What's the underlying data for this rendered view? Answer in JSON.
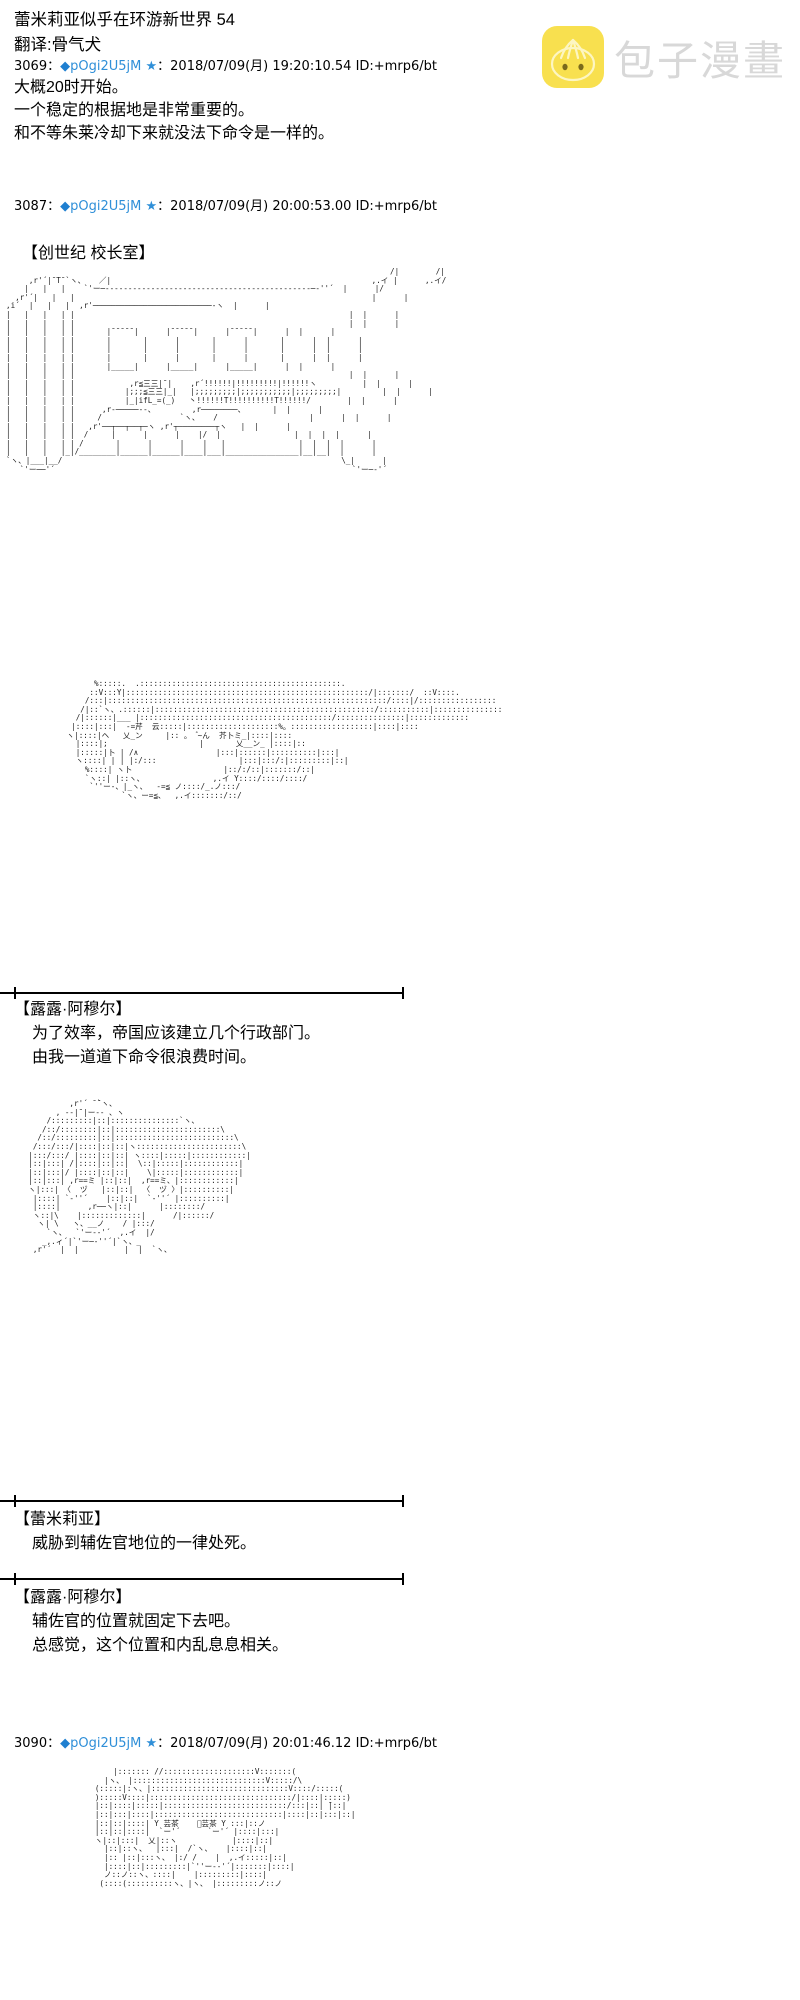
{
  "brand": {
    "logo_name": "baozi-bun-logo",
    "watermark_text": "包子漫畫",
    "logo_color": "#f8e04f",
    "watermark_color": "#d8d8d8"
  },
  "thread": {
    "title": "蕾米莉亚似乎在环游新世界  54",
    "translator": "翻译:骨气犬"
  },
  "posts": [
    {
      "number": "3069",
      "colon": "：",
      "diamond": "◆",
      "handle": "pOgi2U5jM",
      "star": "★",
      "colon2": "：",
      "date": "2018/07/09(月) 19:20:10.54",
      "id": "ID:+mrp6/bt",
      "lines": [
        "大概20时开始。",
        "一个稳定的根据地是非常重要的。",
        "和不等朱莱冷却下来就没法下命令是一样的。"
      ]
    },
    {
      "number": "3087",
      "colon": "：",
      "diamond": "◆",
      "handle": "pOgi2U5jM",
      "star": "★",
      "colon2": "：",
      "date": "2018/07/09(月) 20:00:53.00",
      "id": "ID:+mrp6/bt",
      "lines": []
    },
    {
      "number": "3090",
      "colon": "：",
      "diamond": "◆",
      "handle": "pOgi2U5jM",
      "star": "★",
      "colon2": "：",
      "date": "2018/07/09(月) 20:01:46.12",
      "id": "ID:+mrp6/bt",
      "lines": []
    }
  ],
  "scene_label": "【创世纪  校长室】",
  "dialogues": [
    {
      "speaker": "【露露·阿穆尔】",
      "lines": [
        "为了效率，帝国应该建立几个行政部门。",
        "由我一道道下命令很浪费时间。"
      ]
    },
    {
      "speaker": "【蕾米莉亚】",
      "lines": [
        "威胁到辅佐官地位的一律处死。"
      ]
    },
    {
      "speaker": "【露露·阿穆尔】",
      "lines": [
        "辅佐官的位置就固定下去吧。",
        "总感觉，这个位置和内乱息息相关。"
      ]
    }
  ],
  "ascii_art": {
    "room": "                                                                                    /|        /|\n     ,r'´|¯T¯`ヽ、   ／|                                                         ,.イ |      ,.イ/\n    |   |   |    `'ー─---------------------------------------------─‐''´  |      |/\n  ,r'´|   |   |                                                                 |      |\n,i´  |   |   |  ,r'──────────────────────────‐ヽ  |      |\n|   |   |   | |                                                            |  |      |\n|   |   |   | |                                                            |  |      |\n|   |   |   | |       |¯¯¯¯¯|      |¯¯¯¯¯|      |¯¯¯¯¯|      |  |      |\n|   |   |   | |       |       |      |       |      |       |      |  |      |\n|   |   |   | |       |       |      |       |      |       |      |  |      |\n|   |   |   | |       |       |      |       |      |       |      |  |      |\n|   |   |   | |       |_____|      |_____|      |_____|      |  |      |\n|   |   |   | |                                                            |  |      |\n|   |   |   | |            ,r≦三三|¯|    ,r´!!!!!!|!!!!!!!!!|!!!!!!ヽ          |  |      |\n|   |   |   | |           |;;;≦三三|_|   |;;;;;;;;;|;;;;;;;;;;;|;;;;;;;;;|         |  |      |\n|   |   |   | |           |_|ifL_=(_)   丶!!!!!!T!!!!!!!!!!T!!!!!!/        |  |      |\n|   |   |   | |      ,r-─────‐-、        ,r────────、      |  |      |\n|   |   |   | |     /                 `ヽ、   /                    |      |  |      |\n|   |   |   | |   ,r'──┬──┬──┬─ヽ ,r'┬────────┬ヽ   |  |      |\n|   |   |   | |  /     |      |      |    |/  |                |  |  |  |      |\n|   |   |   | | /       |      |      |    |   |                |  |  |  |      |\n|   |   |   |_|/________|______|______|____|___|________________|__|__|  |      |\n`ヽ、|___|__/                                                             \\_|      |\n   `'ー──'´                                                                 `'ー─‐'´",
    "char1": "              %:::::.  .::::::::::::::::::::::::::::::::::::::::::::.\n             ::V:::Y|:::::::::::::::::::::::::::::::::::::::::::::::::::::/|:::::::/  ::V::::.\n            /:::|:::::::::::::::::::::::::::::::::::::::::::::::::::::::::::::/::::|/:::::::::::::::::\n           /|::`ヽ、.::::::|::::::::::::::::::::::::::::::::::::::::::::::::/:::::::::::|:::::::::::::::\n          /|::::::|___ |::::::::::::::::::::::::::::::::::::::::::/:::::::::::::::|:::::::::::::\n         |::::|:::|  -=芹  云:::::|::::::::::::::::::::%。::::::::::::::::::|::::|::::\n        ヽ|::::|ヘ   乂_ン     |:: 。  ゚~ん  芥卜ミ_|::::|::::\n          |::::|;                    |       乂__ン_ |::::|::\n          |:::::|卜 | /∧                 |:::|::::::|::::::::::|:::|\n          ヽ::::| | | |:/:::                  |:::|:::/:|:::::::::|::|\n            %::::| ヽ卜                    |::/:/::|:::::::/::|\n            `ヽ::| |::ヽ、               ,.イ Y::::/::::/::::/\n             `''ー-、|_ヽ、  -=≦ ノ::::/_.ノ:::/\n                    `ヽ、ー=≦、  ,.イ:::::::/::/",
    "char2": "             ,r'´ ̄ ̄`ヽ、\n          , -‐|¯|ー‐- 、ヽ\n        /:::::::::|::|:::::::::::::::`ヽ、\n       /::/::::::::|::|:::::::::::::::::::::::\\\n      /::/:::::::::|::|::::::::::::::::::::::::::\\\n     /:::/:::/|::::|::|::|ヽ:::::::::::::::::::::::\\\n    |:::/:::/ |::::|::|::| ヽ::::|:::::|::::::::::::|\n    |::|:::| /|::::|::|::|  \\::|:::::|::::::::::::|\n    |::|:::|/ |::::|::|::|    \\|:::::|::::::::::::|\n    |::|:::| ,r==ミ |::|::|  ,r==ミ、|::::::::::::|\n    ヽ|:::| 〈  ヅ   |::|::|  〈  ヅ 〉|::::::::::|\n     |::::| `‐''´    |::|::|  `‐''´ |::::::::::|\n     |::::|      ,r──ヽ|::|      |::::::::/\n     ヽ::|\\    |:::::::::::::|      /|::::::/\n      ヽ| \\   ヽ、__ノ    / |:::/\n        `ヽ、  `'ー-‐'´  ,.イ  |/\n       _,.ィ´|`'ー─‐''´|`ヽ、_\n     ,r'´  |  |          |  |  `ヽ、",
    "char3": "                |::::::: //::::::::::::::::::::V:::::::(\n              |ヽ、 |:::::::::::::::::::::::::::::V:::::/\\\n            (:::::|:ヽ、|::::::::::::::::::::::::::::::V::::/:::::(\n            ):::::V::::|:::::::::::::::::::::::::::::::/|::::|:::::)\n            |::|::::|:::::|:::::::::::::::::::::::::::/:::|::| ̄|::|\n            |::|:::|::::|::::::::::::::::::::::::::::|::::|::|:::|::|\n            |::|::|::::| Y 芸茶゙    ゙芸茶 Y :::|::ノ\n            |::|::|::::|  `ー'´      `ー'´ |::::|:::|\n            ヽ|::|:::|  乂|::ヽ            |::::|::|\n              |::|::ヽ、  |:::|  /`ヽ、   |::::|::|\n              |:: |::|:::ヽ、 |:/ /    |  ,.イ:::::|::|\n              |::::|::|:::::::::|`''ー-‐'´|:::::::|::::|\n              ノ::ノ::ヽ、::::|    |:::::::::|::::|\n             (::::(::::::::::ヽ、|ヽ、 |:::::::::ノ::ノ"
  }
}
